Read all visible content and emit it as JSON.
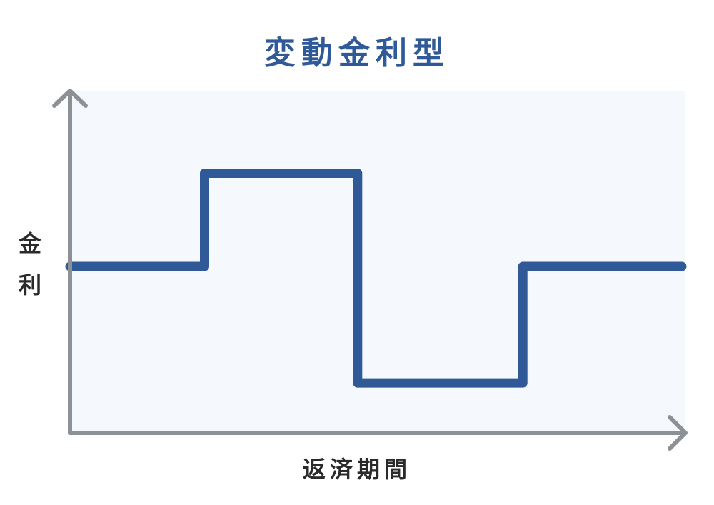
{
  "title": "変動金利型",
  "y_axis_label": [
    "金",
    "利"
  ],
  "x_axis_label": "返済期間",
  "colors": {
    "title": "#2f5a97",
    "line": "#2f5a97",
    "axis": "#8c9196",
    "plot_background": "#f5f8fc",
    "label": "#2a2a2a"
  },
  "chart_data": {
    "type": "line",
    "step": true,
    "series": [
      {
        "x": [
          0,
          0.22,
          0.22,
          0.47,
          0.47,
          0.74,
          0.74,
          1.0
        ],
        "y": [
          0.5,
          0.5,
          0.78,
          0.78,
          0.15,
          0.15,
          0.5,
          0.5
        ]
      }
    ],
    "xlim": [
      0,
      1
    ],
    "ylim": [
      0,
      1
    ],
    "grid": false
  }
}
